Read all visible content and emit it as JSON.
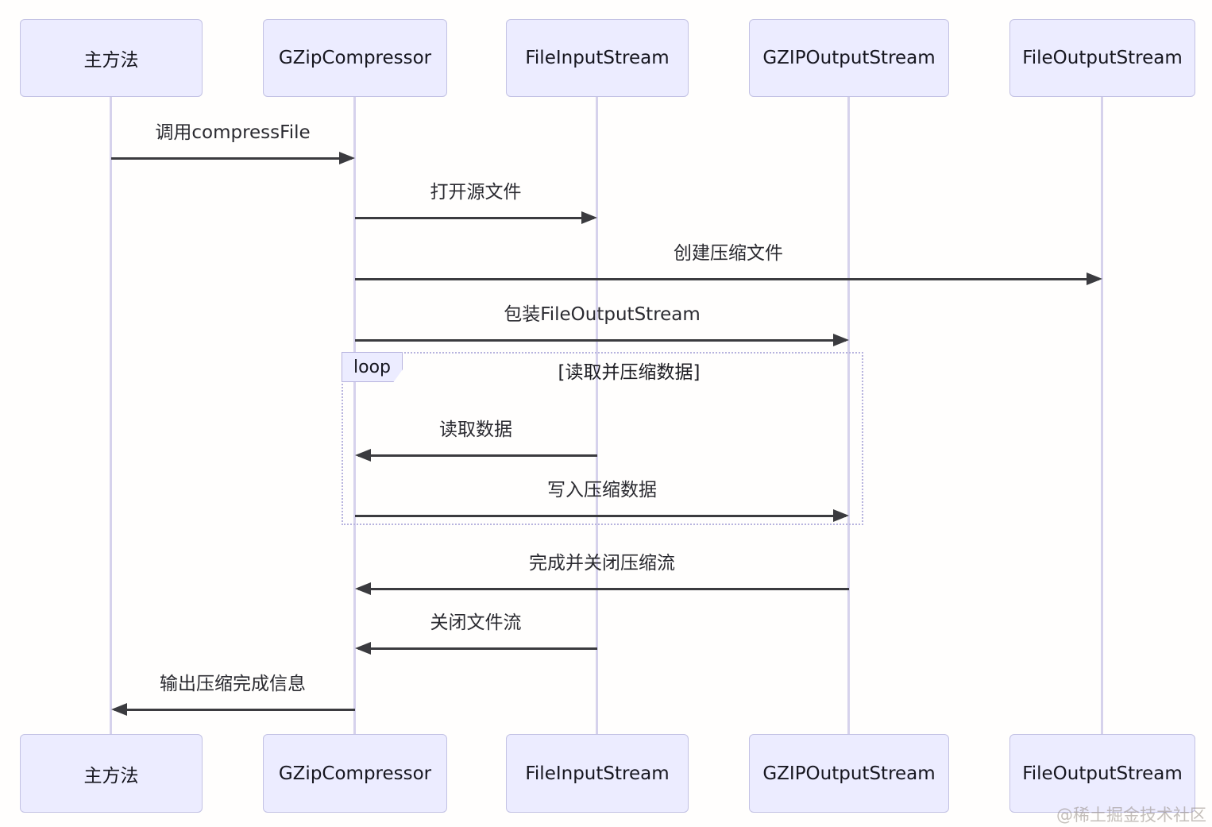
{
  "diagram": {
    "type": "sequence-diagram",
    "actors": [
      {
        "name": "主方法"
      },
      {
        "name": "GZipCompressor"
      },
      {
        "name": "FileInputStream"
      },
      {
        "name": "GZIPOutputStream"
      },
      {
        "name": "FileOutputStream"
      }
    ],
    "messages": [
      {
        "from": "主方法",
        "to": "GZipCompressor",
        "label": "调用compressFile"
      },
      {
        "from": "GZipCompressor",
        "to": "FileInputStream",
        "label": "打开源文件"
      },
      {
        "from": "GZipCompressor",
        "to": "FileOutputStream",
        "label": "创建压缩文件"
      },
      {
        "from": "GZipCompressor",
        "to": "GZIPOutputStream",
        "label": "包装FileOutputStream"
      },
      {
        "from": "FileInputStream",
        "to": "GZipCompressor",
        "label": "读取数据"
      },
      {
        "from": "GZipCompressor",
        "to": "GZIPOutputStream",
        "label": "写入压缩数据"
      },
      {
        "from": "GZIPOutputStream",
        "to": "GZipCompressor",
        "label": "完成并关闭压缩流"
      },
      {
        "from": "FileInputStream",
        "to": "GZipCompressor",
        "label": "关闭文件流"
      },
      {
        "from": "GZipCompressor",
        "to": "主方法",
        "label": "输出压缩完成信息"
      }
    ],
    "loop": {
      "keyword": "loop",
      "condition": "[读取并压缩数据]"
    },
    "watermark": "@稀土掘金技术社区",
    "colors": {
      "actor_fill": "#ECECFF",
      "actor_border": "#C3C2E4",
      "lifeline": "#D6D2EC",
      "arrow": "#3B3B3F",
      "loop_border": "#B7B3DE",
      "watermark": "#948A83"
    }
  }
}
